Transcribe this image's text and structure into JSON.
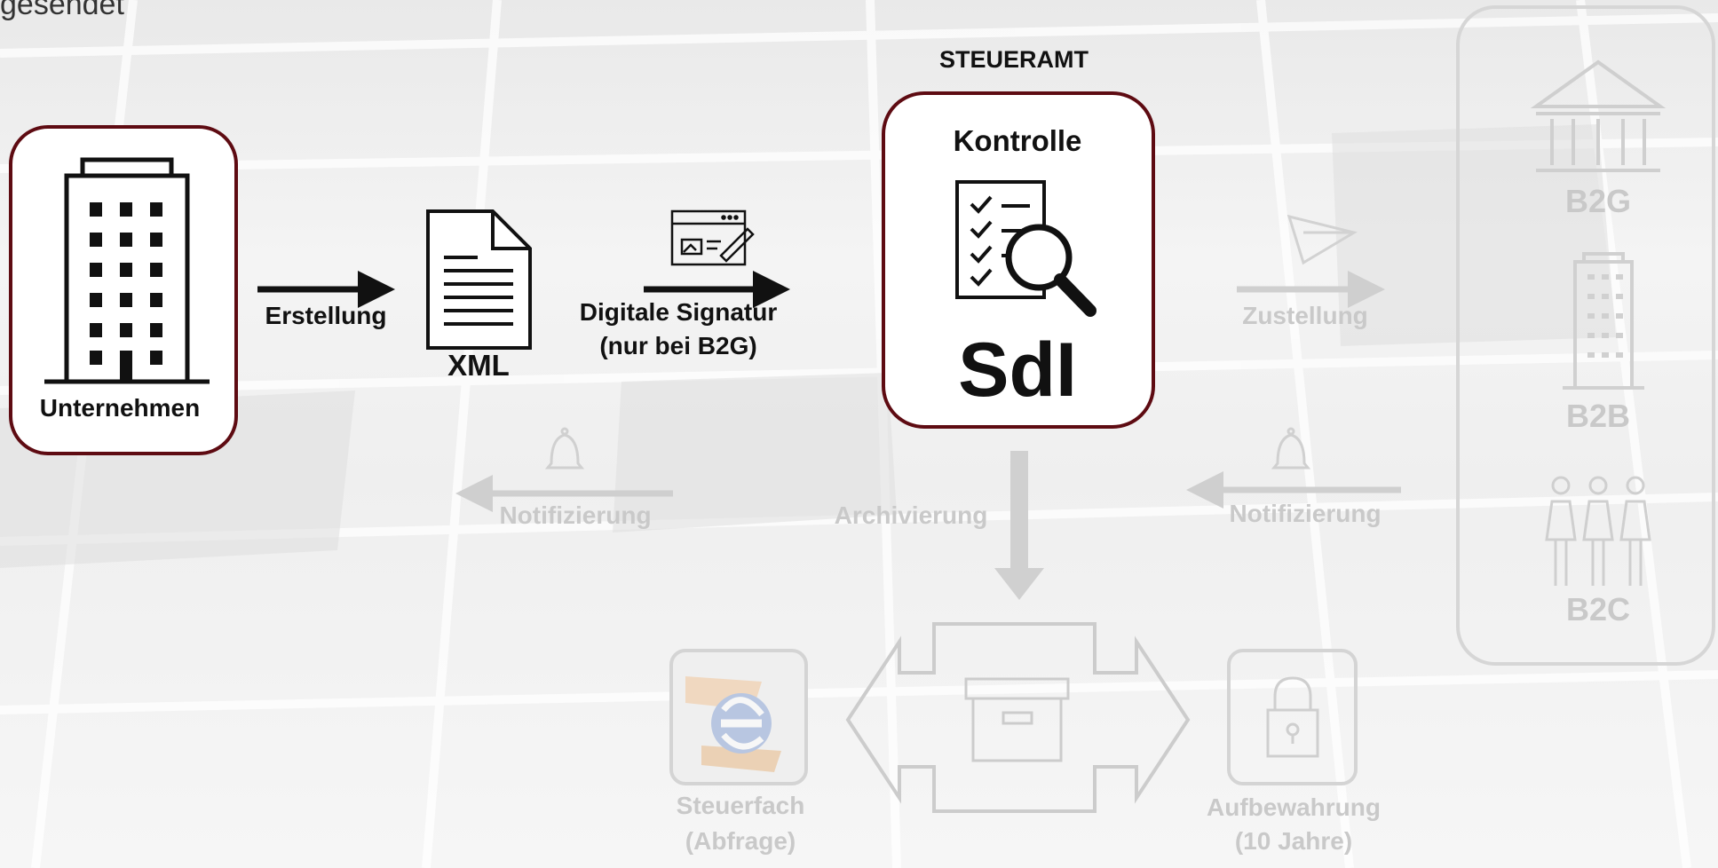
{
  "header_fragment": "gesendet",
  "steueramt_label": "STEUERAMT",
  "unternehmen_label": "Unternehmen",
  "erstellung_label": "Erstellung",
  "xml_label": "XML",
  "signature_label_line1": "Digitale Signatur",
  "signature_label_line2": "(nur bei B2G)",
  "kontrolle_label": "Kontrolle",
  "sdi_label": "SdI",
  "zustellung_label": "Zustellung",
  "notifizierung_left_label": "Notifizierung",
  "notifizierung_right_label": "Notifizierung",
  "archivierung_label": "Archivierung",
  "steuerfach_line1": "Steuerfach",
  "steuerfach_line2": "(Abfrage)",
  "aufbewahrung_line1": "Aufbewahrung",
  "aufbewahrung_line2": "(10 Jahre)",
  "b2g_label": "B2G",
  "b2b_label": "B2B",
  "b2c_label": "B2C",
  "colors": {
    "highlight_border": "#5e0b12",
    "active_ink": "#111111",
    "inactive_ink": "#cfcfcf"
  }
}
